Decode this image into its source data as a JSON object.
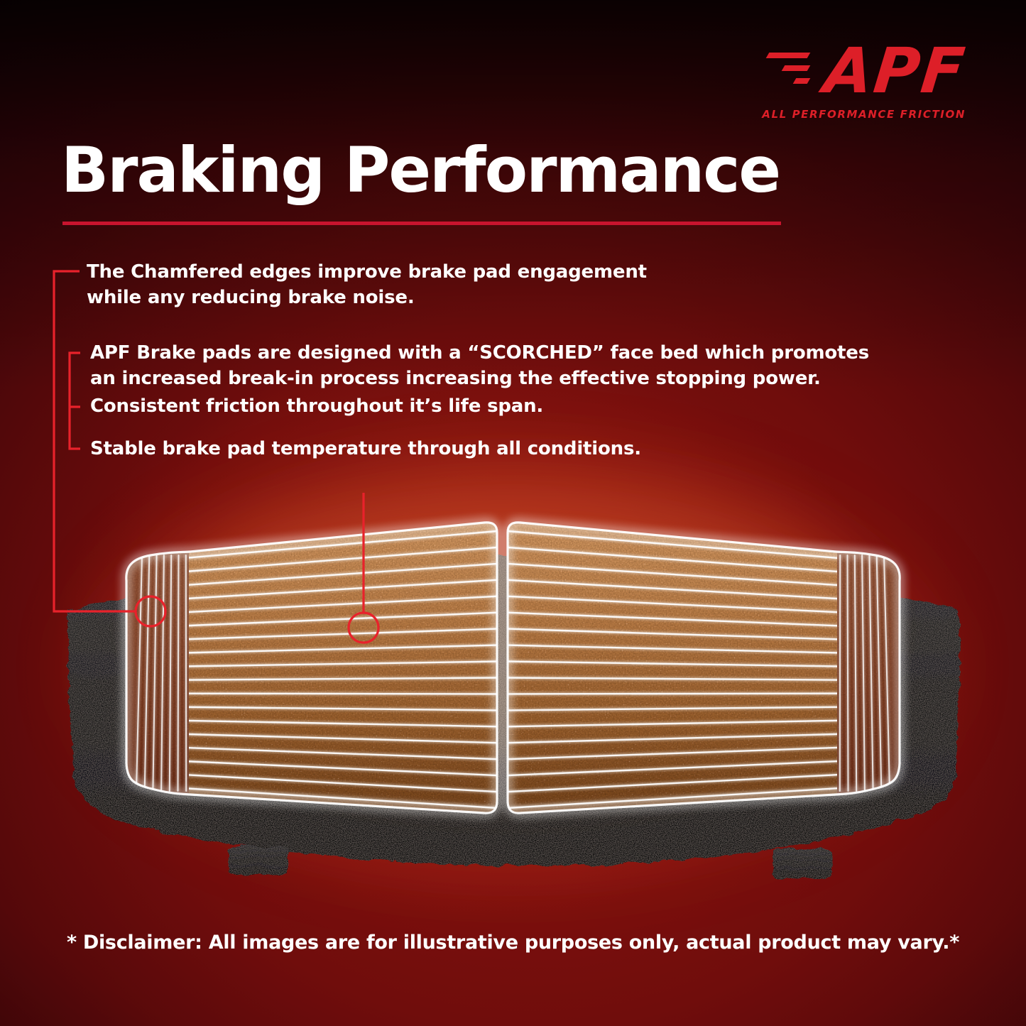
{
  "logo": {
    "text": "APF",
    "tagline": "ALL PERFORMANCE FRICTION"
  },
  "heading": {
    "title": "Braking Performance"
  },
  "bullets": [
    {
      "lines": [
        "The Chamfered edges improve brake pad engagement",
        "while any reducing brake noise."
      ]
    },
    {
      "lines": [
        "APF Brake pads are designed with a “SCORCHED” face bed which promotes",
        "an increased break-in process increasing the effective stopping power."
      ]
    },
    {
      "lines": [
        "Consistent friction throughout it’s life span."
      ]
    },
    {
      "lines": [
        "Stable brake pad temperature through all conditions."
      ]
    }
  ],
  "disclaimer": {
    "text": "* Disclaimer: All images are for illustrative purposes only, actual product may vary.*"
  },
  "colors": {
    "accent_red": "#e8222b",
    "underline_red": "#c8142e",
    "logo_red": "#dd1f28",
    "text": "#ffffff"
  }
}
